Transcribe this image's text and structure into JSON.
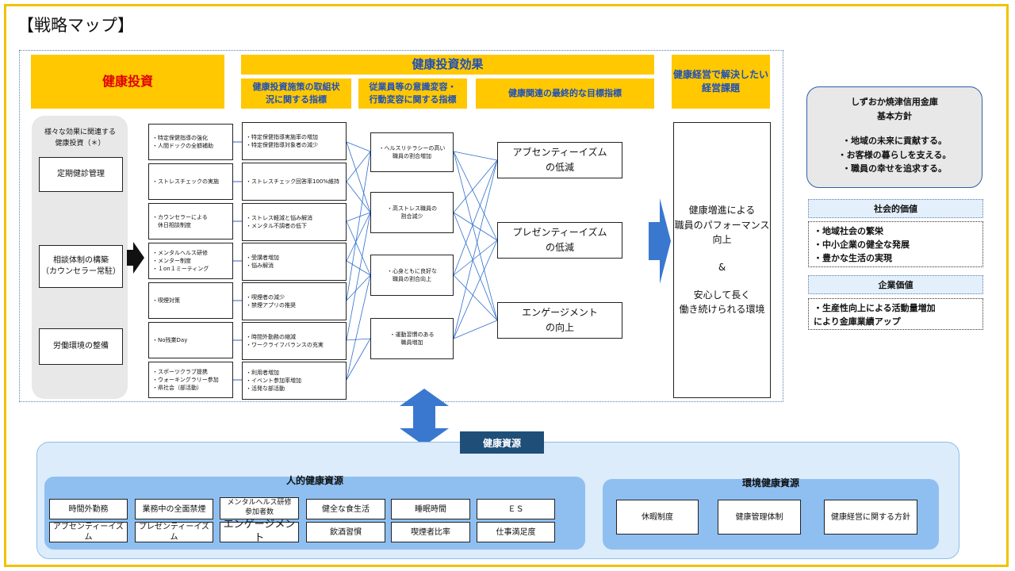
{
  "title": "【戦略マップ】",
  "header": {
    "investment": "健康投資",
    "effect": "健康投資効果",
    "effect_sub1": [
      "健康投資施策の取組状",
      "況に関する指標"
    ],
    "effect_sub2": [
      "従業員等の意識変容・",
      "行動変容に関する指標"
    ],
    "effect_sub3": "健康関連の最終的な目標指標",
    "management": [
      "健康経営で解決したい",
      "経営課題"
    ]
  },
  "investment_column": {
    "caption": [
      "様々な効果に関連する",
      "健康投資（＊）"
    ],
    "items": [
      "定期健診管理",
      "相談体制の構築\n（カウンセラー常駐）",
      "労働環境の整備"
    ]
  },
  "measures": [
    [
      "・特定保健指導の強化",
      "・人間ドックの全額補助"
    ],
    [
      "・ストレスチェックの実施"
    ],
    [
      "・カウンセラーによる",
      "　休日相談制度"
    ],
    [
      "・メンタルヘルス研修",
      "・メンター制度",
      "・１on１ミーティング"
    ],
    [
      "・喫煙対策"
    ],
    [
      "・No残業Day"
    ],
    [
      "・スポーツクラブ提携",
      "・ウォーキングラリー参加",
      "・県社会（部活動）"
    ]
  ],
  "indicators": [
    [
      "・特定保健指導実施率の増加",
      "・特定保健指導対象者の減少"
    ],
    [
      "・ストレスチェック回答率100%維持"
    ],
    [
      "・ストレス軽減と悩み解消",
      "・メンタル不調者の低下"
    ],
    [
      "・受講者増加",
      "・悩み解消"
    ],
    [
      "・喫煙者の減少",
      "・禁煙アプリの推奨"
    ],
    [
      "・時間外勤務の縮減",
      "・ワークライフバランスの充実"
    ],
    [
      "・利用者増加",
      "・イベント参加率増加",
      "・活発な部活動"
    ]
  ],
  "behaviors": [
    [
      "・ヘルスリテラシーの高い",
      "職員の割合増加"
    ],
    [
      "・高ストレス職員の",
      "割合減少"
    ],
    [
      "・心身ともに良好な",
      "職員の割合向上"
    ],
    [
      "・運動習慣のある",
      "職員増加"
    ]
  ],
  "outcomes": [
    [
      "アブセンティーイズム",
      "の低減"
    ],
    [
      "プレゼンティーイズム",
      "の低減"
    ],
    [
      "エンゲージメント",
      "の向上"
    ]
  ],
  "management_box": [
    "健康増進による",
    "職員のパフォーマンス",
    "向上",
    "",
    "&",
    "",
    "安心して長く",
    "働き続けられる環境"
  ],
  "policy": {
    "lines": [
      "しずおか焼津信用金庫",
      "基本方針",
      "",
      "・地域の未来に貢献する。",
      "・お客様の暮らしを支える。",
      "・職員の幸せを追求する。"
    ]
  },
  "social_value": {
    "heading": "社会的価値",
    "items": [
      "・地域社会の繁栄",
      "・中小企業の健全な発展",
      "・豊かな生活の実現"
    ]
  },
  "corporate_value": {
    "heading": "企業価値",
    "items": [
      "・生産性向上による活動量増加",
      "により金庫業績アップ"
    ]
  },
  "resources": {
    "badge": "健康資源",
    "human_title": "人的健康資源",
    "human_items": [
      "時間外勤務",
      "業務中の全面禁煙",
      "メンタルヘルス研修\n参加者数",
      "健全な食生活",
      "睡眠時間",
      "ＥＳ",
      "アブセンティーイズム",
      "プレゼンティーイズム",
      "エンゲージメント",
      "飲酒習慣",
      "喫煙者比率",
      "仕事満足度"
    ],
    "env_title": "環境健康資源",
    "env_items": [
      "休暇制度",
      "健康管理体制",
      "健康経営に関する方針"
    ]
  },
  "colors": {
    "frame": "#f2c200",
    "header_fill": "#ffc800",
    "header_text": "#1f4fb8",
    "investment_text": "#e00000",
    "arrow": "#3a78d0",
    "connector": "#2e6fd0",
    "resource_badge": "#1f4e79",
    "resource_panel": "#8fbff0"
  }
}
